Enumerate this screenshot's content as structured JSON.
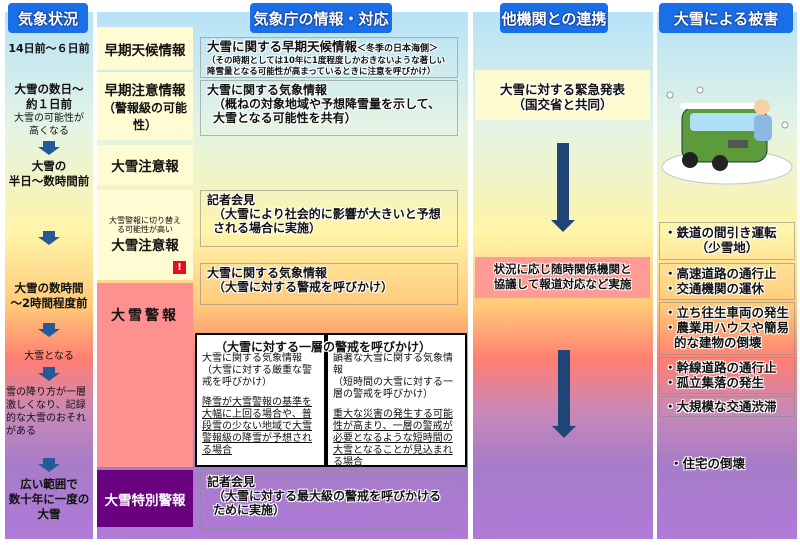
{
  "headers": {
    "weather": "気象状況",
    "jma": "気象庁の情報・対応",
    "agencies": "他機関との連携",
    "damage": "大雪による被害"
  },
  "timeline": {
    "t1": "14日前～６日前",
    "t2a": "大雪の数日～",
    "t2b": "約１日前",
    "t2note_a": "大雪の可能性が",
    "t2note_b": "高くなる",
    "t3a": "大雪の",
    "t3b": "半日～数時間前",
    "t4a": "大雪の数時間",
    "t4b": "～2時間程度前",
    "t5": "大雪となる",
    "t6": "雪の降り方が一層激しくなり、記録的な大雪のおそれがある",
    "t7a": "広い範囲で",
    "t7b": "数十年に一度の",
    "t7c": "大雪"
  },
  "levels": {
    "early_weather": "早期天候情報",
    "early_caution": "早期注意情報",
    "early_caution_sub": "（警報級の可能性）",
    "advisory": "大雪注意報",
    "advisory_switch_note": "大雪警報に切り替える可能性が高い",
    "advisory_switch": "大雪注意報",
    "warning": "大雪警報",
    "special": "大雪特別警報"
  },
  "info": {
    "i1_title": "大雪に関する早期天候情報",
    "i1_tag": "＜冬季の日本海側＞",
    "i1_body": "（その時期としては10年に1度程度しかおきないような著しい降雪量となる可能性が高まっているときに注意を呼びかけ）",
    "i2_title": "大雪に関する気象情報",
    "i2_body": "（概ねの対象地域や予想降雪量を示して、大雪となる可能性を共有）",
    "i3_title": "記者会見",
    "i3_body": "（大雪により社会的に影響が大きいと予想される場合に実施）",
    "i4_title": "大雪に関する気象情報",
    "i4_body": "（大雪に対する警戒を呼びかけ）",
    "w_title": "（大雪に対する一層の警戒を呼びかけ）",
    "w1_title": "大雪に関する気象情報",
    "w1_body": "（大雪に対する厳重な警戒を呼びかけ）",
    "w1_cond": "降雪が大雪警報の基準を大幅に上回る場合や、普段雪の少ない地域で大雪警報級の降雪が予想される場合",
    "w2_title": "顕著な大雪に関する気象情報",
    "w2_body": "（短時間の大雪に対する一層の警戒を呼びかけ）",
    "w2_cond": "重大な災害の発生する可能性が高まり、一層の警戒が必要となるような短時間の大雪となることが見込まれる場合",
    "i5_title": "記者会見",
    "i5_body": "（大雪に対する最大級の警戒を呼びかけるために実施）"
  },
  "agencies": {
    "a1a": "大雪に対する緊急発表",
    "a1b": "（国交省と共同）",
    "a2a": "状況に応じ随時関係機関と",
    "a2b": "協議して報道対応など実施"
  },
  "damage": [
    [
      "・鉄道の間引き運転",
      "（少雪地）"
    ],
    [
      "・高速道路の通行止",
      "・交通機関の運休"
    ],
    [
      "・立ち往生車両の発生",
      "・農業用ハウスや簡易",
      "的な建物の倒壊"
    ],
    [
      "・幹線道路の通行止",
      "・孤立集落の発生"
    ],
    [
      "・大規模な交通渋滞"
    ],
    [
      "・住宅の倒壊"
    ]
  ],
  "colors": {
    "header": "#1a6fe8",
    "arrow": "#1e4576",
    "warning": "#ff9090",
    "special": "#6a0080",
    "alert": "#e01020"
  }
}
